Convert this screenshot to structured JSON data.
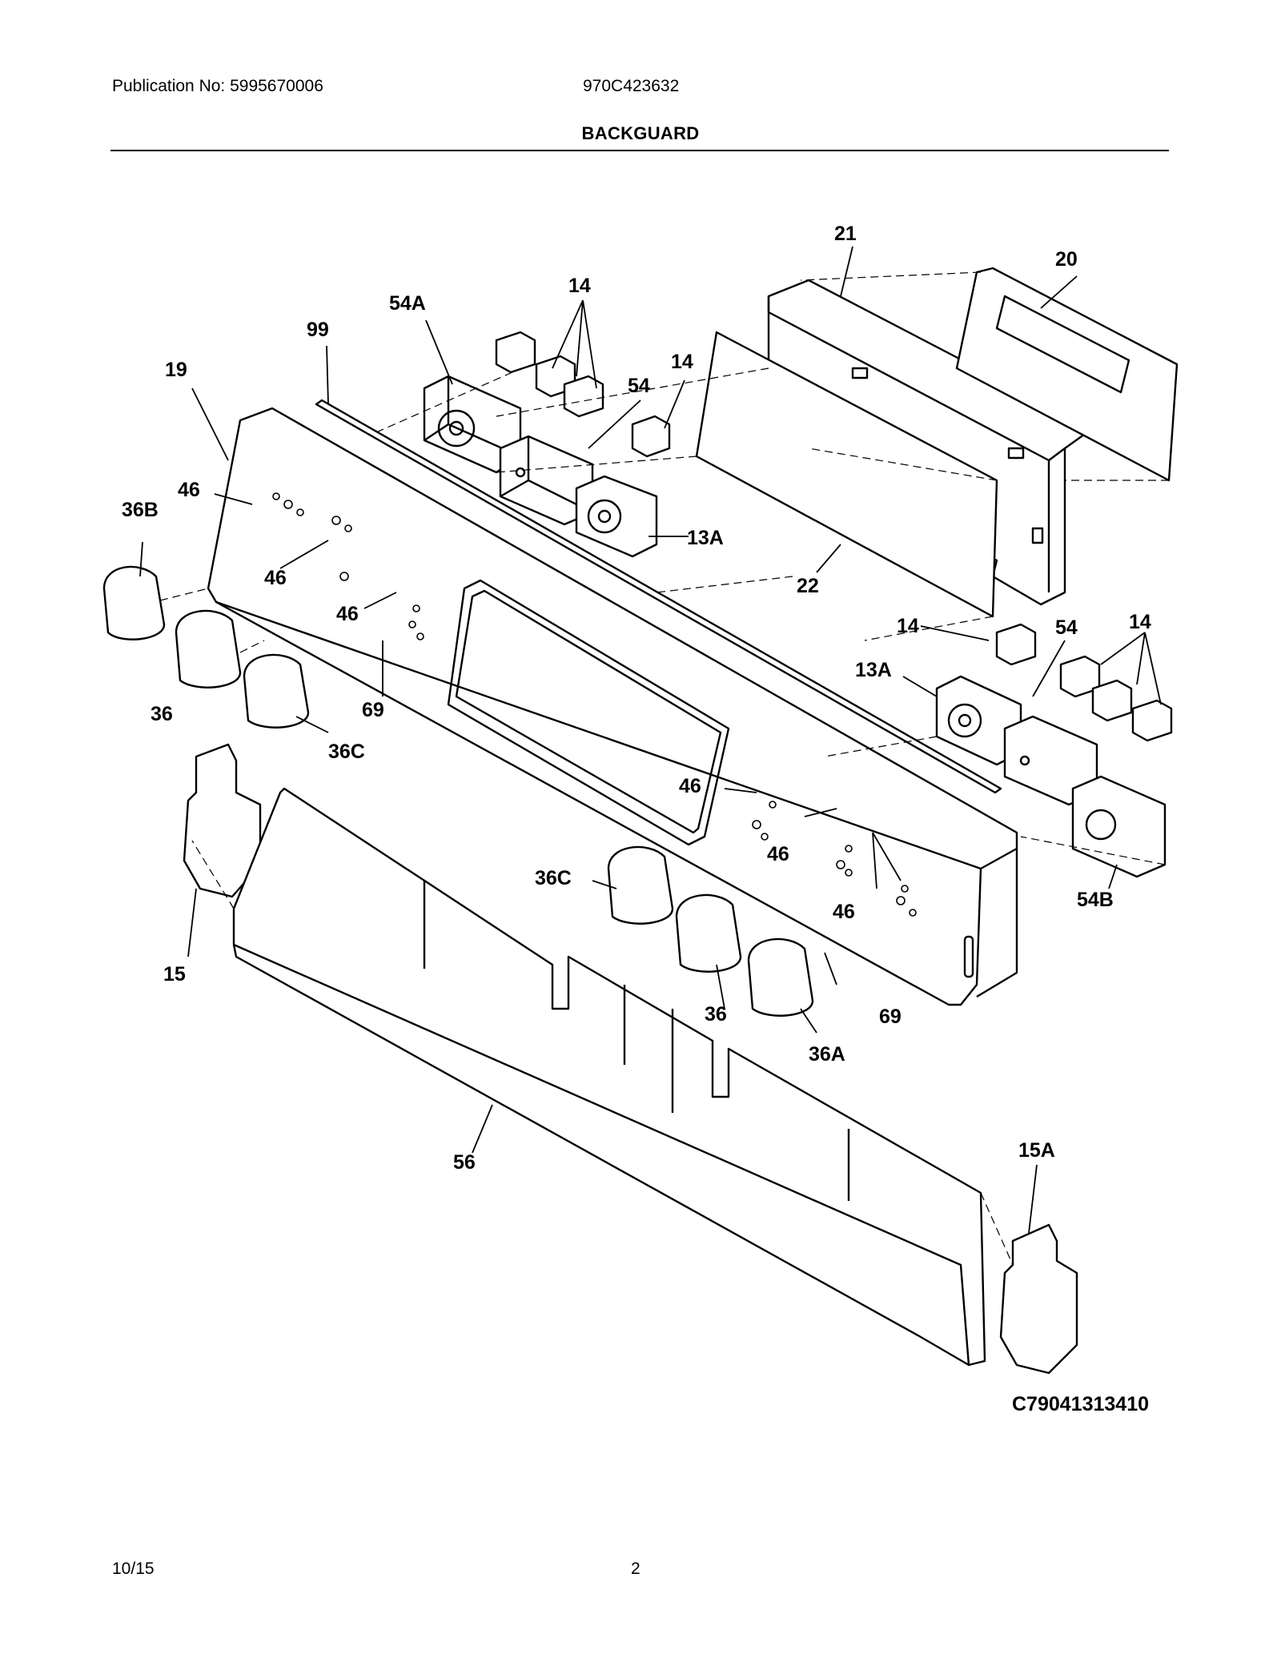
{
  "header": {
    "publication": "Publication No: 5995670006",
    "model": "970C423632",
    "title": "BACKGUARD"
  },
  "diagram": {
    "labels": [
      "21",
      "20",
      "14",
      "54A",
      "99",
      "19",
      "14",
      "54",
      "46",
      "36B",
      "13A",
      "46",
      "22",
      "46",
      "14",
      "54",
      "14",
      "13A",
      "36",
      "69",
      "36C",
      "46",
      "46",
      "36C",
      "46",
      "15",
      "36",
      "69",
      "36A",
      "56",
      "15A",
      "54B"
    ]
  },
  "footer": {
    "drawing_code": "C79041313410",
    "date": "10/15",
    "page": "2"
  }
}
